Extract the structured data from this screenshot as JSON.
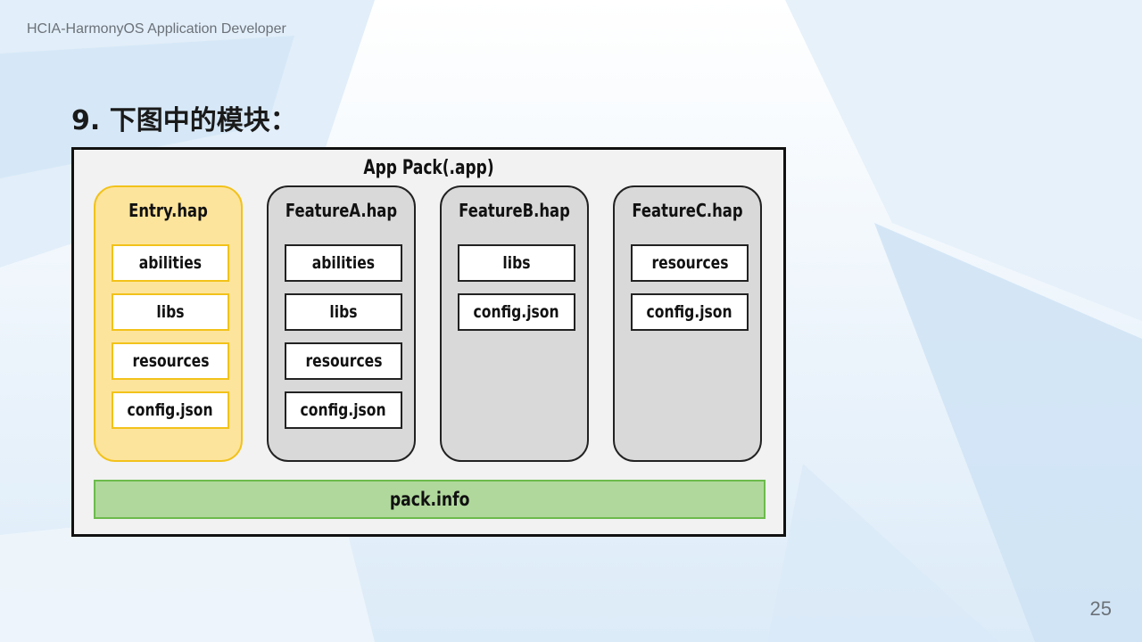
{
  "slide": {
    "header": "HCIA-HarmonyOS Application Developer",
    "question": "9. 下图中的模块：",
    "page_number": "25"
  },
  "diagram": {
    "outer_title": "App Pack(.app)",
    "modules": [
      {
        "name": "Entry.hap",
        "items": [
          "abilities",
          "libs",
          "resources",
          "config.json"
        ]
      },
      {
        "name": "FeatureA.hap",
        "items": [
          "abilities",
          "libs",
          "resources",
          "config.json"
        ]
      },
      {
        "name": "FeatureB.hap",
        "items": [
          "libs",
          "config.json"
        ]
      },
      {
        "name": "FeatureC.hap",
        "items": [
          "resources",
          "config.json"
        ]
      }
    ],
    "pack_info": "pack.info"
  },
  "colors": {
    "entry_fill": "#fde49c",
    "entry_border": "#f2c21a",
    "feature_fill": "#d9d9d9",
    "pack_info_fill": "#b0d89c",
    "pack_info_border": "#6cbb4c"
  }
}
